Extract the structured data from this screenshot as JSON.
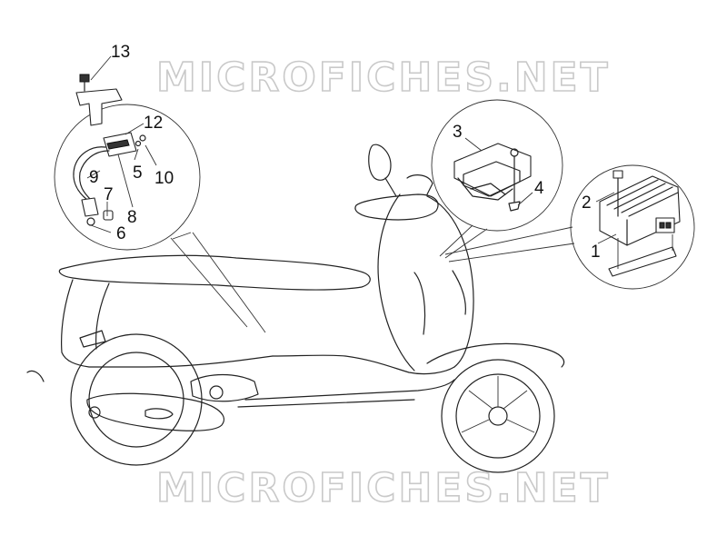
{
  "watermark": {
    "top": "MICROFICHES.NET",
    "bottom": "MICROFICHES.NET"
  },
  "callouts": {
    "c1": "1",
    "c2": "2",
    "c3": "3",
    "c4": "4",
    "c5": "5",
    "c6": "6",
    "c7": "7",
    "c8": "8",
    "c9": "9",
    "c10": "10",
    "c12": "12",
    "c13": "13"
  },
  "icons": {
    "scooter": "scooter-outline-icon",
    "ignition_coil": "ignition-coil-icon",
    "regulator": "voltage-regulator-icon",
    "ecu_cover": "ecu-cover-icon"
  }
}
